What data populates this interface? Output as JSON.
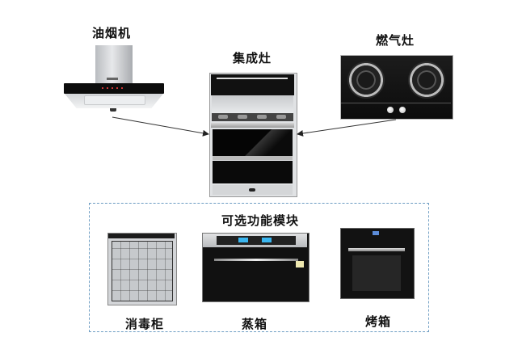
{
  "diagram": {
    "top_components": [
      {
        "id": "range-hood",
        "label": "油烟机"
      },
      {
        "id": "integrated-stove",
        "label": "集成灶"
      },
      {
        "id": "gas-stove",
        "label": "燃气灶"
      }
    ],
    "module_group": {
      "title": "可选功能模块",
      "border_color": "#6e9dc3",
      "border_style": "dashed",
      "modules": [
        {
          "id": "disinfection-cabinet",
          "label": "消毒柜"
        },
        {
          "id": "steam-oven",
          "label": "蒸箱"
        },
        {
          "id": "baking-oven",
          "label": "烤箱"
        }
      ]
    },
    "connections": [
      {
        "from": "range-hood",
        "to": "integrated-stove"
      },
      {
        "from": "gas-stove",
        "to": "integrated-stove"
      }
    ]
  }
}
